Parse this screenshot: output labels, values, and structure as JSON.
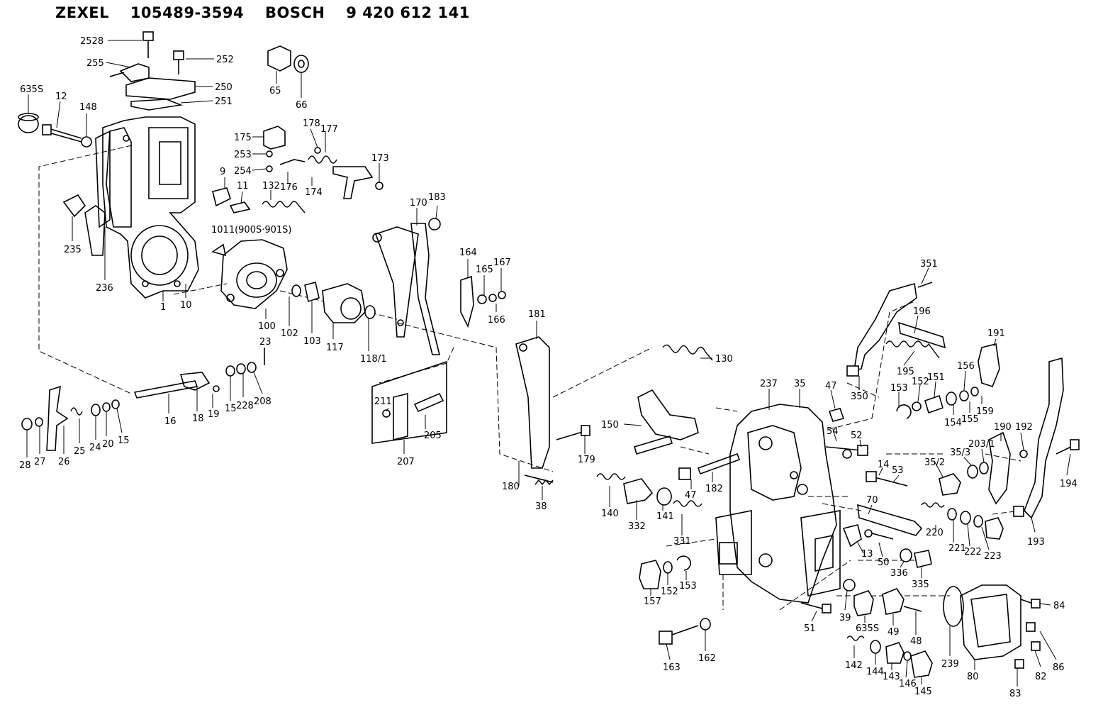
{
  "header": {
    "brand1": "ZEXEL",
    "number1": "105489-3594",
    "brand2": "BOSCH",
    "number2": "9 420 612 141"
  },
  "labels": {
    "p2528": "2528",
    "p255": "255",
    "p252": "252",
    "p250": "250",
    "p251": "251",
    "p635s_a": "635S",
    "p12": "12",
    "p148": "148",
    "p235": "235",
    "p236": "236",
    "p1": "1",
    "p10": "10",
    "p65": "65",
    "p66": "66",
    "p175": "175",
    "p253": "253",
    "p254": "254",
    "p178": "178",
    "p177": "177",
    "p176": "176",
    "p174": "174",
    "p173": "173",
    "p9": "9",
    "p11": "11",
    "p132": "132",
    "p1011": "1011(900S·901S)",
    "p100": "100",
    "p102": "102",
    "p103": "103",
    "p117": "117",
    "p118_1": "118/1",
    "p170": "170",
    "p183": "183",
    "p164": "164",
    "p165": "165",
    "p167": "167",
    "p166": "166",
    "p181": "181",
    "p23": "23",
    "p16": "16",
    "p18": "18",
    "p19": "19",
    "p15a": "15",
    "p228": "228",
    "p208": "208",
    "p28": "28",
    "p27": "27",
    "p26": "26",
    "p25": "25",
    "p24": "24",
    "p20": "20",
    "p15b": "15",
    "p211": "211",
    "p205": "205",
    "p207": "207",
    "p180": "180",
    "p38": "38",
    "p179": "179",
    "p130": "130",
    "p150": "150",
    "p140": "140",
    "p332": "332",
    "p141": "141",
    "p331": "331",
    "p182": "182",
    "p47a": "47",
    "p237": "237",
    "p35": "35",
    "p47b": "47",
    "p54": "54",
    "p52": "52",
    "p351": "351",
    "p196": "196",
    "p191": "191",
    "p195": "195",
    "p350": "350",
    "p153a": "153",
    "p152a": "152",
    "p151": "151",
    "p156": "156",
    "p154": "154",
    "p155": "155",
    "p159": "159",
    "p14": "14",
    "p53": "53",
    "p35_2": "35/2",
    "p35_3": "35/3",
    "p203_1": "203/1",
    "p190": "190",
    "p192": "192",
    "p194": "194",
    "p193": "193",
    "p70": "70",
    "p220": "220",
    "p221": "221",
    "p222": "222",
    "p223": "223",
    "p13": "13",
    "p50": "50",
    "p336": "336",
    "p335": "335",
    "p157": "157",
    "p152b": "152",
    "p153b": "153",
    "p39": "39",
    "p635s_b": "635S",
    "p49": "49",
    "p48": "48",
    "p51": "51",
    "p163": "163",
    "p162": "162",
    "p142": "142",
    "p144": "144",
    "p143": "143",
    "p146": "146",
    "p145": "145",
    "p239": "239",
    "p80": "80",
    "p83": "83",
    "p82": "82",
    "p86": "86",
    "p84": "84"
  }
}
